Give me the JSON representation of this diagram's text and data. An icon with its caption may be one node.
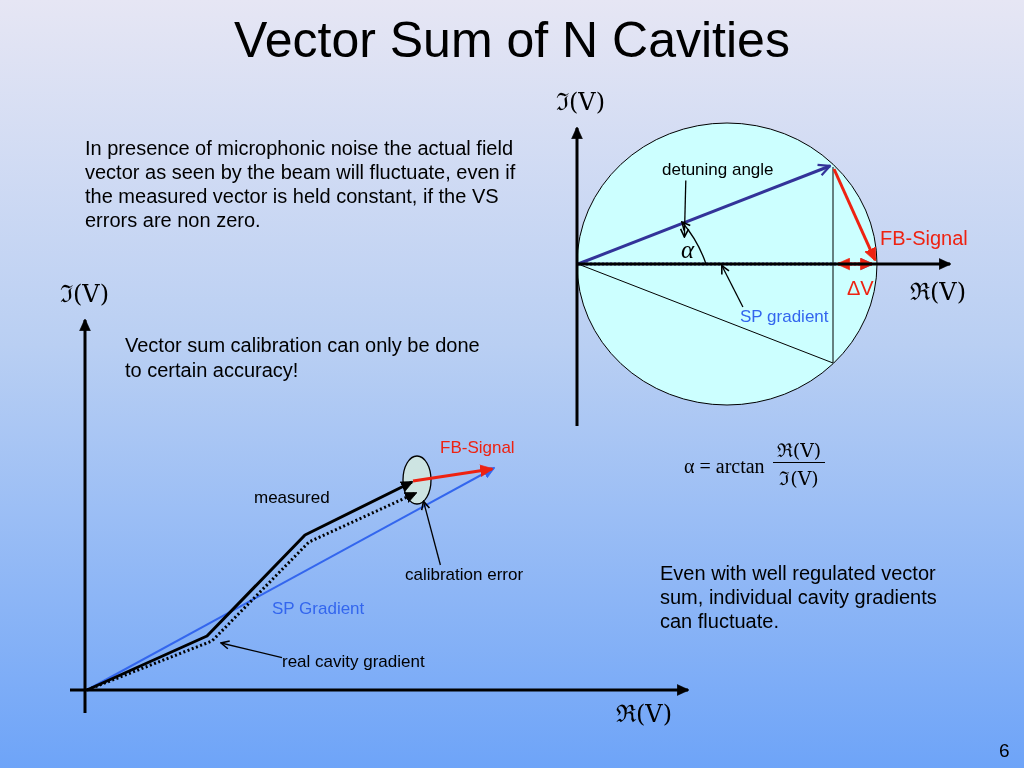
{
  "diagram": {
    "title": "Vector Sum of N Cavities",
    "nodes": [
      {
        "text": [
          "detuning angle"
        ]
      },
      {
        "text": [
          "α"
        ]
      },
      {
        "text": [],
        "shape": "arrow"
      },
      {
        "text": [
          "SP gradient"
        ]
      },
      {
        "text": [],
        "shape": "ellipse"
      },
      {
        "text": [
          "calibration error"
        ]
      },
      {
        "text": [
          "real cavity gradient"
        ]
      }
    ],
    "edges": [
      {
        "from": 0,
        "to": 1,
        "arrow": "to"
      },
      {
        "from": 3,
        "to": 2,
        "arrow": "to"
      },
      {
        "from": 5,
        "to": 4,
        "arrow": "to"
      },
      {
        "from": 6,
        "to": null,
        "arrow": "to"
      }
    ],
    "labels": [
      "ℑ(V)",
      "In presence of microphonic noise the actual field vector as seen by the beam will fluctuate, even if the measured vector is held constant, if the VS errors are non zero.",
      "FB-Signal",
      "ΔV",
      "ℜ(V)",
      "ℑ(V)",
      "Vector sum calibration can only be done to certain accuracy!",
      "FB-Signal",
      "α = arctan",
      "ℜ(V)",
      "ℑ(V)",
      "measured",
      "Even with well regulated vector sum, individual cavity gradients can fluctuate.",
      "SP Gradient",
      "ℜ(V)",
      "6"
    ]
  }
}
